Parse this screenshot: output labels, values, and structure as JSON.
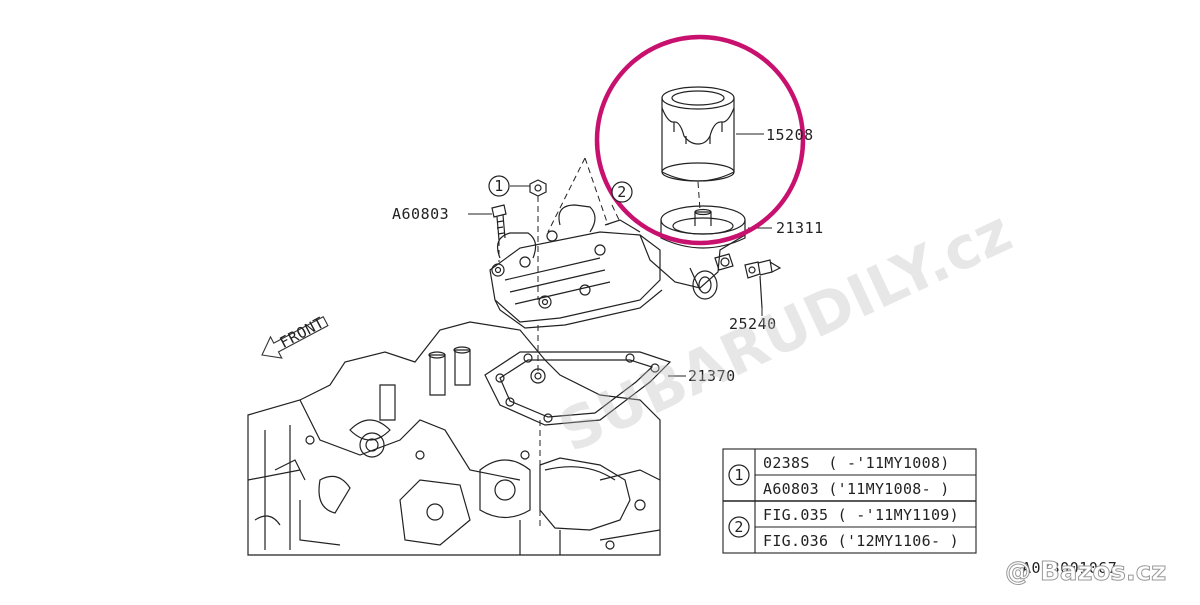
{
  "diagram": {
    "part_labels": {
      "filter": "15208",
      "filter_bracket": "21311",
      "sensor": "25240",
      "gasket": "21370",
      "bolt": "A60803"
    },
    "callouts": {
      "one": "1",
      "two": "2"
    },
    "front_label": "FRONT",
    "figure_code": "A033001067"
  },
  "ref_table": {
    "rows": [
      {
        "marker": "1",
        "lines": [
          "0238S  ( -'11MY1008)",
          "A60803 ('11MY1008- )"
        ]
      },
      {
        "marker": "2",
        "lines": [
          "FIG.035 ( -'11MY1109)",
          "FIG.036 ('12MY1106- )"
        ]
      }
    ]
  },
  "watermarks": {
    "site": "SUBARUDILY.cz",
    "marketplace": "@ Bazos.cz"
  },
  "colors": {
    "line": "#222222",
    "highlight": "#c8106e",
    "watermark": "#bbbbbb"
  }
}
